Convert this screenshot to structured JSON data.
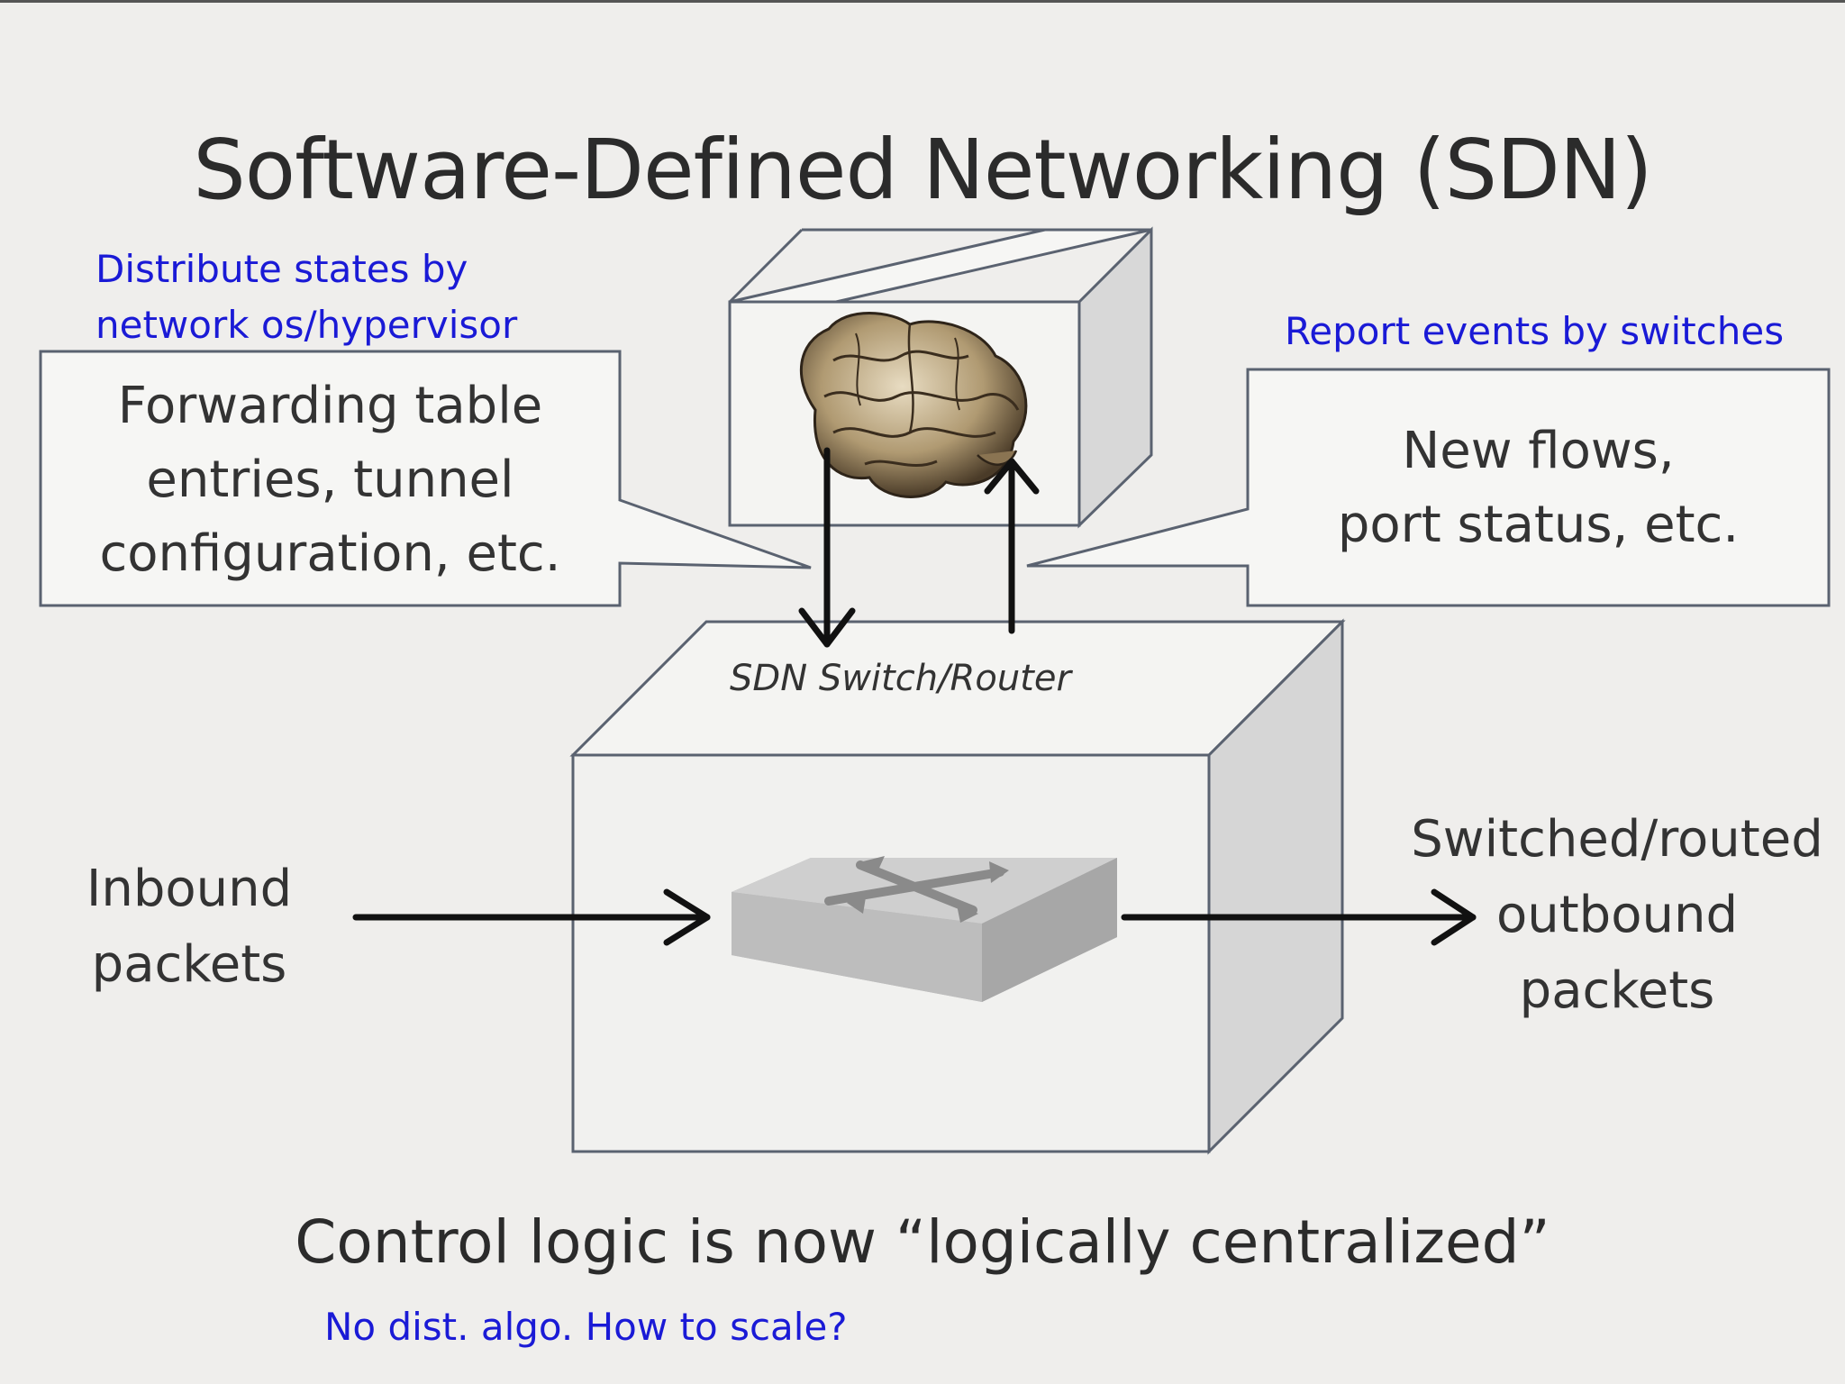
{
  "title": "Software-Defined Networking (SDN)",
  "notes": {
    "top_left": [
      "Distribute states by",
      "network os/hypervisor"
    ],
    "top_right": "Report events by switches",
    "bottom": "No dist. algo. How to scale?"
  },
  "callouts": {
    "left": [
      "Forwarding table",
      "entries, tunnel",
      "configuration, etc."
    ],
    "right": [
      "New flows,",
      "port status, etc."
    ]
  },
  "switch_label": "SDN Switch/Router",
  "inbound": [
    "Inbound",
    "packets"
  ],
  "outbound": [
    "Switched/routed",
    "outbound",
    "packets"
  ],
  "bottom_caption": "Control logic is now “logically centralized”",
  "colors": {
    "note": "#1a1ad6",
    "text": "#2b2b2b",
    "line": "#555555"
  },
  "icons": [
    "brain-icon",
    "network-switch-icon"
  ]
}
